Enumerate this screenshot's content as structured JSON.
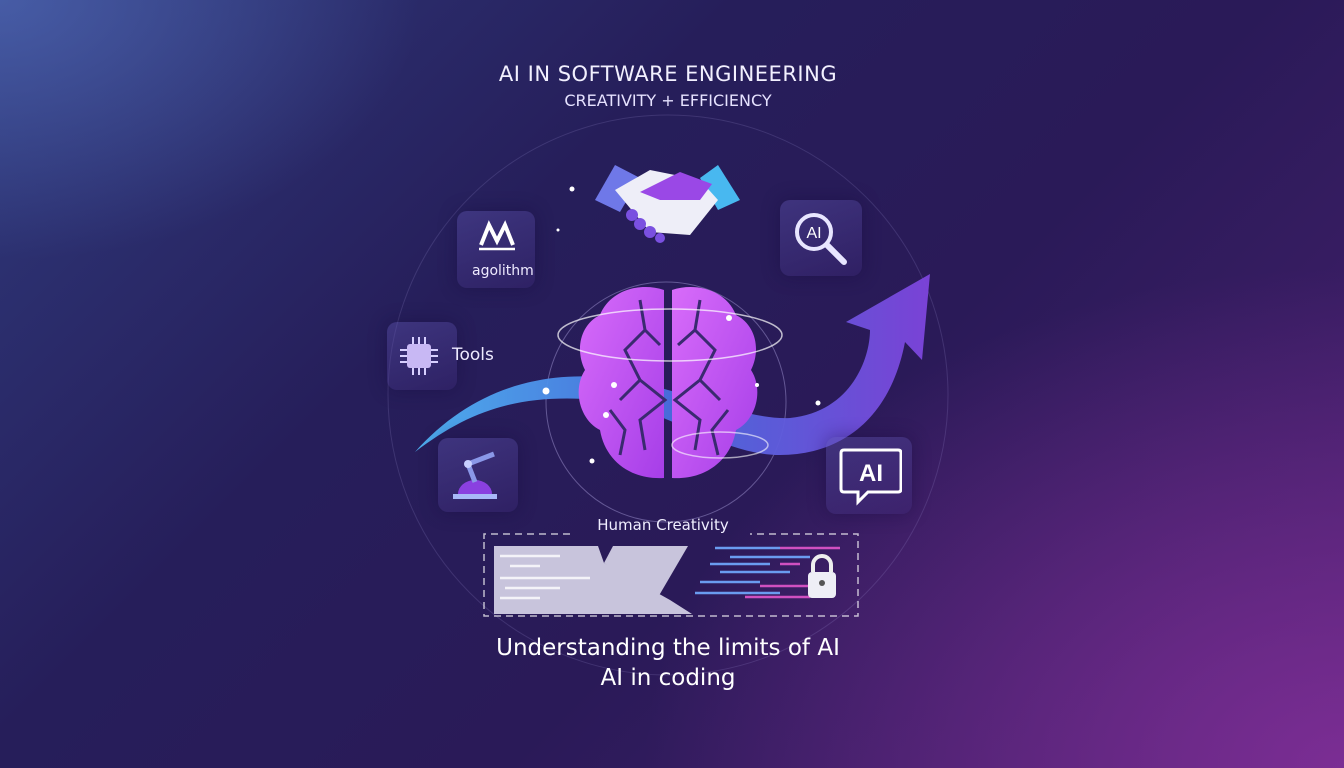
{
  "header": {
    "title": "AI IN SOFTWARE ENGINEERING",
    "subtitle": "CREATIVITY + EFFICIENCY"
  },
  "icons": {
    "top": "handshake-icon",
    "algorithm": {
      "icon": "algorithm-icon",
      "label": "agolithm"
    },
    "tools": {
      "icon": "chip-icon",
      "label": "Tools"
    },
    "robot": {
      "icon": "robot-arm-icon"
    },
    "ai_search": {
      "icon": "ai-search-icon",
      "text": "AI"
    },
    "ai_chat": {
      "icon": "ai-chat-icon",
      "text": "AI"
    },
    "center": "brain-icon",
    "arrow": "growth-arrow-icon",
    "lock": "lock-icon"
  },
  "code_panel": {
    "label": "Human Creativity"
  },
  "footer": {
    "line1": "Understanding the limits of AI",
    "line2": "AI in coding"
  },
  "colors": {
    "brain": "#c04cf0",
    "arrow_start": "#4aa8f0",
    "arrow_end": "#7a40d8",
    "background": "#261e5a"
  }
}
